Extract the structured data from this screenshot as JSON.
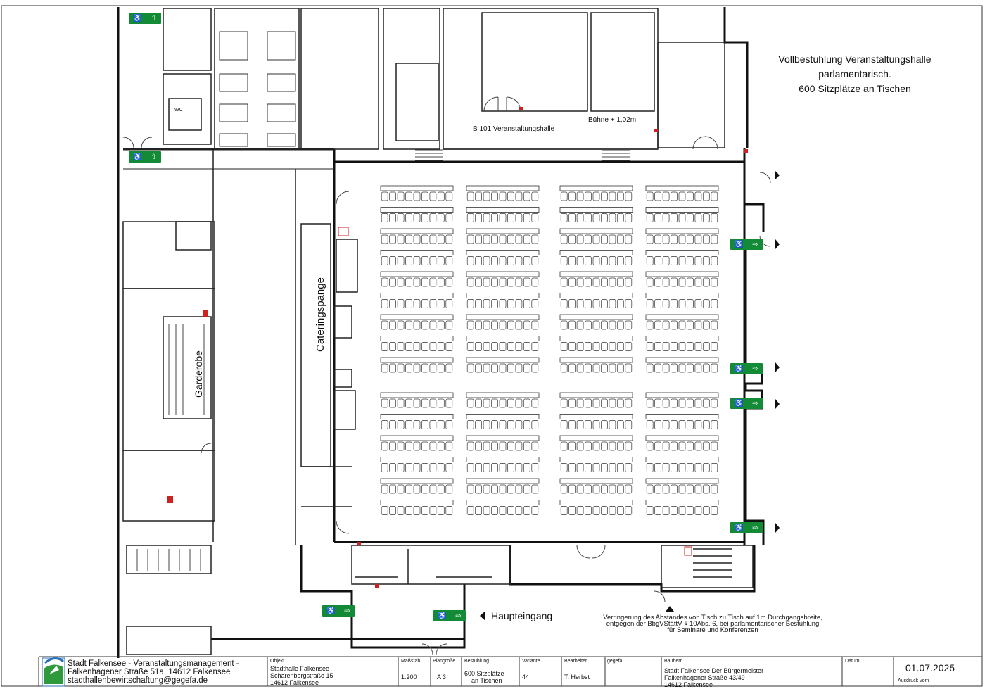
{
  "title_lines": [
    "Vollbestuhlung Veranstaltungshalle",
    "parlamentarisch.",
    "600 Sitzplätze an Tischen"
  ],
  "rooms": {
    "hall": "B 101 Veranstaltungshalle",
    "stage": "Bühne + 1,02m",
    "catering": "Cateringspange",
    "cloakroom": "Garderobe",
    "entrance": "Haupteingang",
    "wc": "WC"
  },
  "note_lines": [
    "Verringerung des Abstandes von Tisch zu Tisch auf 1m Durchgangsbreite,",
    "entgegen der BbgVStättV § 10Abs. 6, bei parlamentarischer Bestuhlung",
    "für Seminare und Konferenzen"
  ],
  "title_block": {
    "org_lines": [
      "Stadt Falkensee - Veranstaltungsmanagement -",
      "Falkenhagener Straße 51a, 14612 Falkensee",
      "stadthallenbewirtschaftung@gegefa.de"
    ],
    "objekt_label": "Objekt",
    "objekt_lines": [
      "Stadthalle Falkensee",
      "Scharenbergstraße 15",
      "14612 Falkensee"
    ],
    "massstab_label": "Maßstab",
    "massstab": "1:200",
    "plangroesse_label": "Plangröße",
    "plangroesse": "A 3",
    "bestuhlung_label": "Bestuhlung",
    "bestuhlung_lines": [
      "600 Sitzplätze",
      "an Tischen"
    ],
    "variante_label": "Variante",
    "variante": "44",
    "bearbeiter_label": "Bearbeiter",
    "bearbeiter": "T. Herbst",
    "firma": "gegefa",
    "bauherr_label": "Bauherr",
    "bauherr_lines": [
      "Stadt Falkensee Der Bürgermeister",
      "Falkenhagener Straße 43/49",
      "14612 Falkensee"
    ],
    "datum_label": "Datum",
    "datum": "01.07.2025",
    "ausdruck": "Ausdruck vom"
  },
  "colors": {
    "exit_sign": "#138a36",
    "fire_marker": "#cc2222",
    "wall": "#111111"
  },
  "icons": [
    "emergency-exit-sign-icon",
    "wheelchair-icon",
    "fire-extinguisher-icon",
    "falkensee-logo-icon",
    "direction-arrow-icon"
  ]
}
